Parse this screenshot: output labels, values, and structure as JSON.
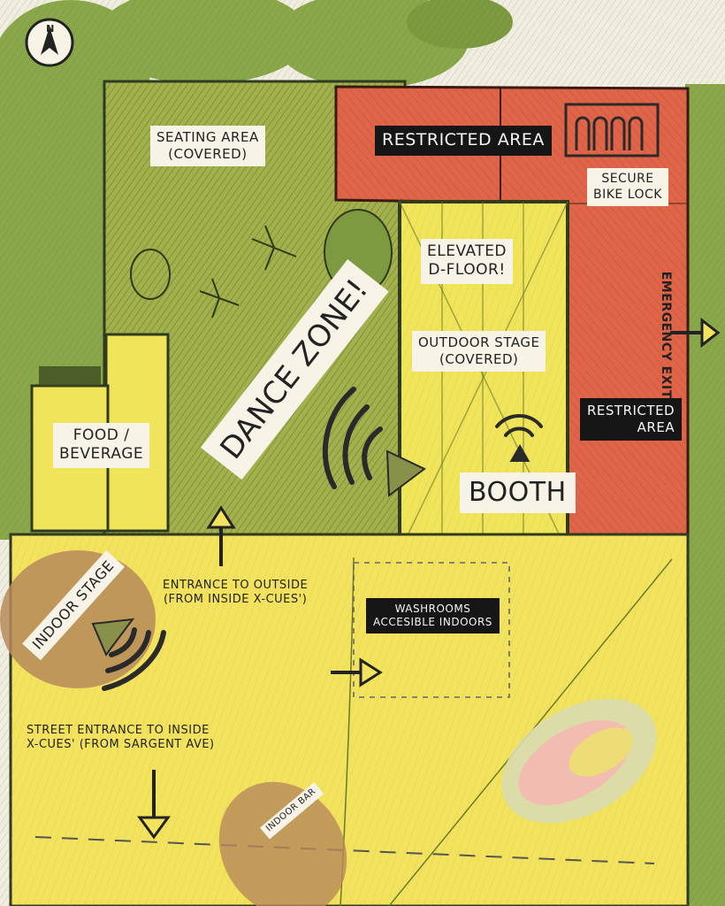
{
  "map": {
    "compass": {
      "letter": "N",
      "icon": "north-arrow-icon"
    },
    "labels": {
      "seating_area": "SEATING AREA\n(COVERED)",
      "restricted_area_top": "RESTRICTED AREA",
      "secure_bike_lock": "SECURE\nBIKE LOCK",
      "emergency_exit": "EMERGENCY EXIT",
      "elevated_dfloor": "ELEVATED\nD-FLOOR!",
      "outdoor_stage": "OUTDOOR STAGE\n(COVERED)",
      "dance_zone": "DANCE ZONE!",
      "restricted_area_right": "RESTRICTED\nAREA",
      "food_beverage": "FOOD /\nBEVERAGE",
      "booth": "BOOTH",
      "indoor_stage": "INDOOR STAGE",
      "entrance_outside": "ENTRANCE TO OUTSIDE\n(FROM INSIDE X-CUES')",
      "washrooms": "WASHROOMS\nACCESIBLE INDOORS",
      "street_entrance": "STREET ENTRANCE TO INSIDE\nX-CUES' (FROM SARGENT AVE)",
      "indoor_bar": "INDOOR BAR"
    },
    "colors": {
      "background": "#f1ede1",
      "tree_green": "#8aa84a",
      "grass_green": "#a3b04c",
      "restricted_red": "#e06448",
      "yellow_zone": "#f0e45a",
      "indoor_yellow": "#f2e25d",
      "brown_zone": "#b7895a",
      "label_dark": "#161616",
      "label_light": "#f7f3e6"
    }
  }
}
